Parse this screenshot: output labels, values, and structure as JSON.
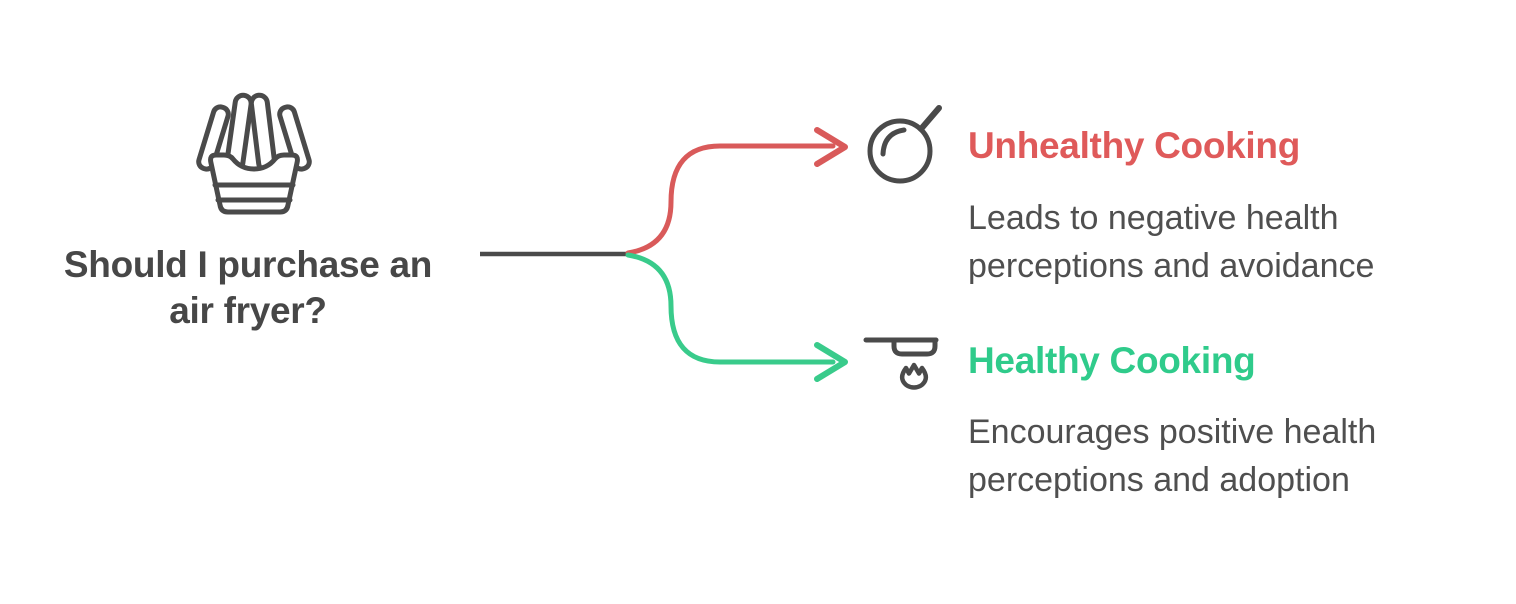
{
  "background": "#ffffff",
  "colors": {
    "icon_stroke": "#4a4a4a",
    "root_title_text": "#474747",
    "body_text": "#4f4f4f",
    "trunk_line": "#4a4a4a",
    "unhealthy_text": "#df5a5a",
    "unhealthy_line": "#d95a5a",
    "healthy_text": "#2fcb8b",
    "healthy_line": "#39cb8b"
  },
  "root": {
    "icon": "french-fries-icon",
    "title_lines": [
      "Should I purchase an",
      "air fryer?"
    ]
  },
  "branches": {
    "unhealthy": {
      "icon": "frying-pan-icon",
      "label": "Unhealthy Cooking",
      "description": "Leads to negative health perceptions and avoidance"
    },
    "healthy": {
      "icon": "pan-over-flame-icon",
      "label": "Healthy Cooking",
      "description": "Encourages positive health perceptions and adoption"
    }
  }
}
